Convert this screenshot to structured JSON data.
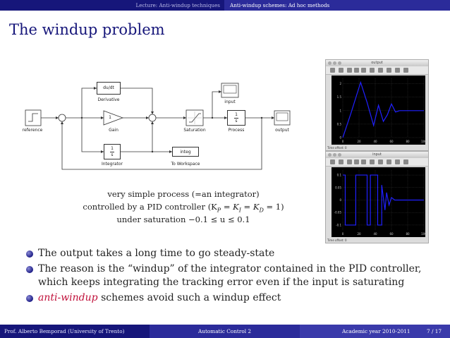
{
  "header": {
    "section_left": "Lecture: Anti-windup techniques",
    "section_right": "Anti-windup schemes: Ad hoc methods"
  },
  "slide": {
    "title": "The windup problem"
  },
  "diagram": {
    "blocks": {
      "reference": "reference",
      "derivative_inner": "du/dt",
      "derivative": "Derivative",
      "gain_inner": "1",
      "gain": "Gain",
      "integrator_num": "1",
      "integrator_den": "s",
      "integrator": "Integrator",
      "saturation": "Saturation",
      "process_num": "1",
      "process_den": "s",
      "process": "Process",
      "input": "input",
      "output": "output",
      "workspace_inner": "integ",
      "workspace": "To Workspace"
    },
    "caption_line1": "very simple process (=an integrator)",
    "caption_line2": "controlled by a PID controller (K",
    "caption_line2_full": "controlled by a PID controller (KP = KI = KD = 1)",
    "caption_line3": "under saturation −0.1 ≤ u ≤ 0.1"
  },
  "plots": {
    "output_title": "output",
    "input_title": "input",
    "time_offset_label": "Time offset: 0",
    "output_yticks": [
      "2",
      "1.5",
      "1",
      "0.5",
      "0"
    ],
    "input_yticks": [
      "0.1",
      "0.05",
      "0",
      "-0.05",
      "-0.1"
    ],
    "xticks": [
      "0",
      "20",
      "40",
      "60",
      "80",
      "100"
    ]
  },
  "chart_data": [
    {
      "type": "line",
      "title": "output",
      "x": [
        0,
        10,
        22,
        30,
        38,
        44,
        50,
        55,
        60,
        65,
        70,
        80,
        100
      ],
      "series": [
        {
          "values": [
            0,
            0.9,
            2.05,
            1.3,
            0.45,
            1.2,
            0.6,
            0.85,
            1.25,
            0.95,
            1.0,
            1.0,
            1.0
          ]
        }
      ],
      "xlim": [
        0,
        100
      ],
      "ylim": [
        0,
        2.2
      ],
      "line_color": "#2020ff",
      "background": "#000000"
    },
    {
      "type": "line",
      "title": "input",
      "x": [
        0,
        3,
        3,
        16,
        16,
        30,
        30,
        34,
        34,
        43,
        43,
        48,
        48,
        52,
        54,
        57,
        60,
        64,
        70,
        100
      ],
      "series": [
        {
          "values": [
            0.1,
            0.1,
            -0.1,
            -0.1,
            0.1,
            0.1,
            -0.1,
            -0.1,
            0.1,
            0.1,
            -0.1,
            -0.1,
            0.06,
            -0.04,
            0.03,
            -0.02,
            0.01,
            0,
            0,
            0
          ]
        }
      ],
      "xlim": [
        0,
        100
      ],
      "ylim": [
        -0.12,
        0.12
      ],
      "line_color": "#2020ff",
      "background": "#000000"
    }
  ],
  "bullets": [
    {
      "text": "The output takes a long time to go steady-state"
    },
    {
      "text": "The reason is the “windup” of the integrator contained in the PID controller, which keeps integrating the tracking error even if the input is saturating"
    },
    {
      "em": "anti-windup",
      "text": " schemes avoid such a windup effect"
    }
  ],
  "footer": {
    "author": "Prof. Alberto Bemporad (University of Trento)",
    "course": "Automatic Control 2",
    "year": "Academic year 2010-2011",
    "page": "7 / 17"
  }
}
